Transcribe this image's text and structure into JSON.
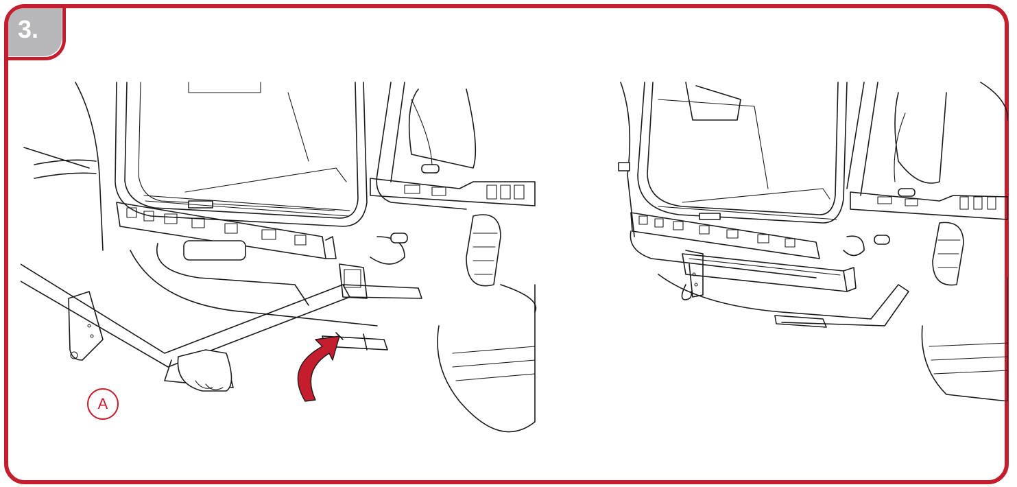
{
  "step": {
    "number": "3."
  },
  "callouts": [
    {
      "label": "A"
    }
  ],
  "colors": {
    "accent": "#c41e2e",
    "tab": "#b7b7b9",
    "line": "#1a1a1a"
  },
  "panels": [
    {
      "name": "left-illustration",
      "arrow-icon": "curved-arrow-icon"
    },
    {
      "name": "right-illustration"
    }
  ]
}
